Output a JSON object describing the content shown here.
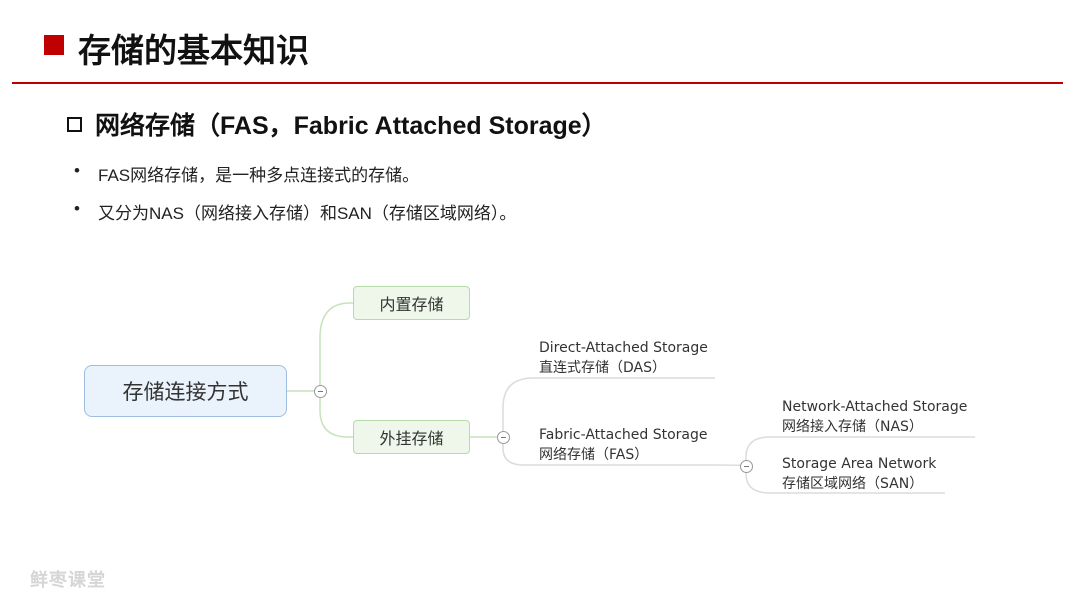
{
  "header": {
    "title": "存储的基本知识"
  },
  "section": {
    "title": "网络存储（FAS，Fabric Attached Storage）",
    "bullet_symbol": "•",
    "bullets": [
      "FAS网络存储，是一种多点连接式的存储。",
      "又分为NAS（网络接入存储）和SAN（存储区域网络）。"
    ]
  },
  "mindmap": {
    "root": "存储连接方式",
    "internal": "内置存储",
    "external": "外挂存储",
    "das": {
      "en": "Direct-Attached Storage",
      "cn": "直连式存储（DAS）"
    },
    "fas": {
      "en": "Fabric-Attached Storage",
      "cn": "网络存储（FAS）"
    },
    "nas": {
      "en": "Network-Attached Storage",
      "cn": "网络接入存储（NAS）"
    },
    "san": {
      "en": "Storage Area Network",
      "cn": "存储区域网络（SAN）"
    }
  },
  "watermark": "鲜枣课堂",
  "colors": {
    "accent": "#c00000",
    "root_fill": "#eaf2fb",
    "root_border": "#9fbde0",
    "branch_fill": "#eef7ea",
    "branch_border": "#b6dba8",
    "connector": "#c7e3bb"
  },
  "icons": {
    "title_marker": "filled-square-icon",
    "section_marker": "hollow-square-icon"
  }
}
